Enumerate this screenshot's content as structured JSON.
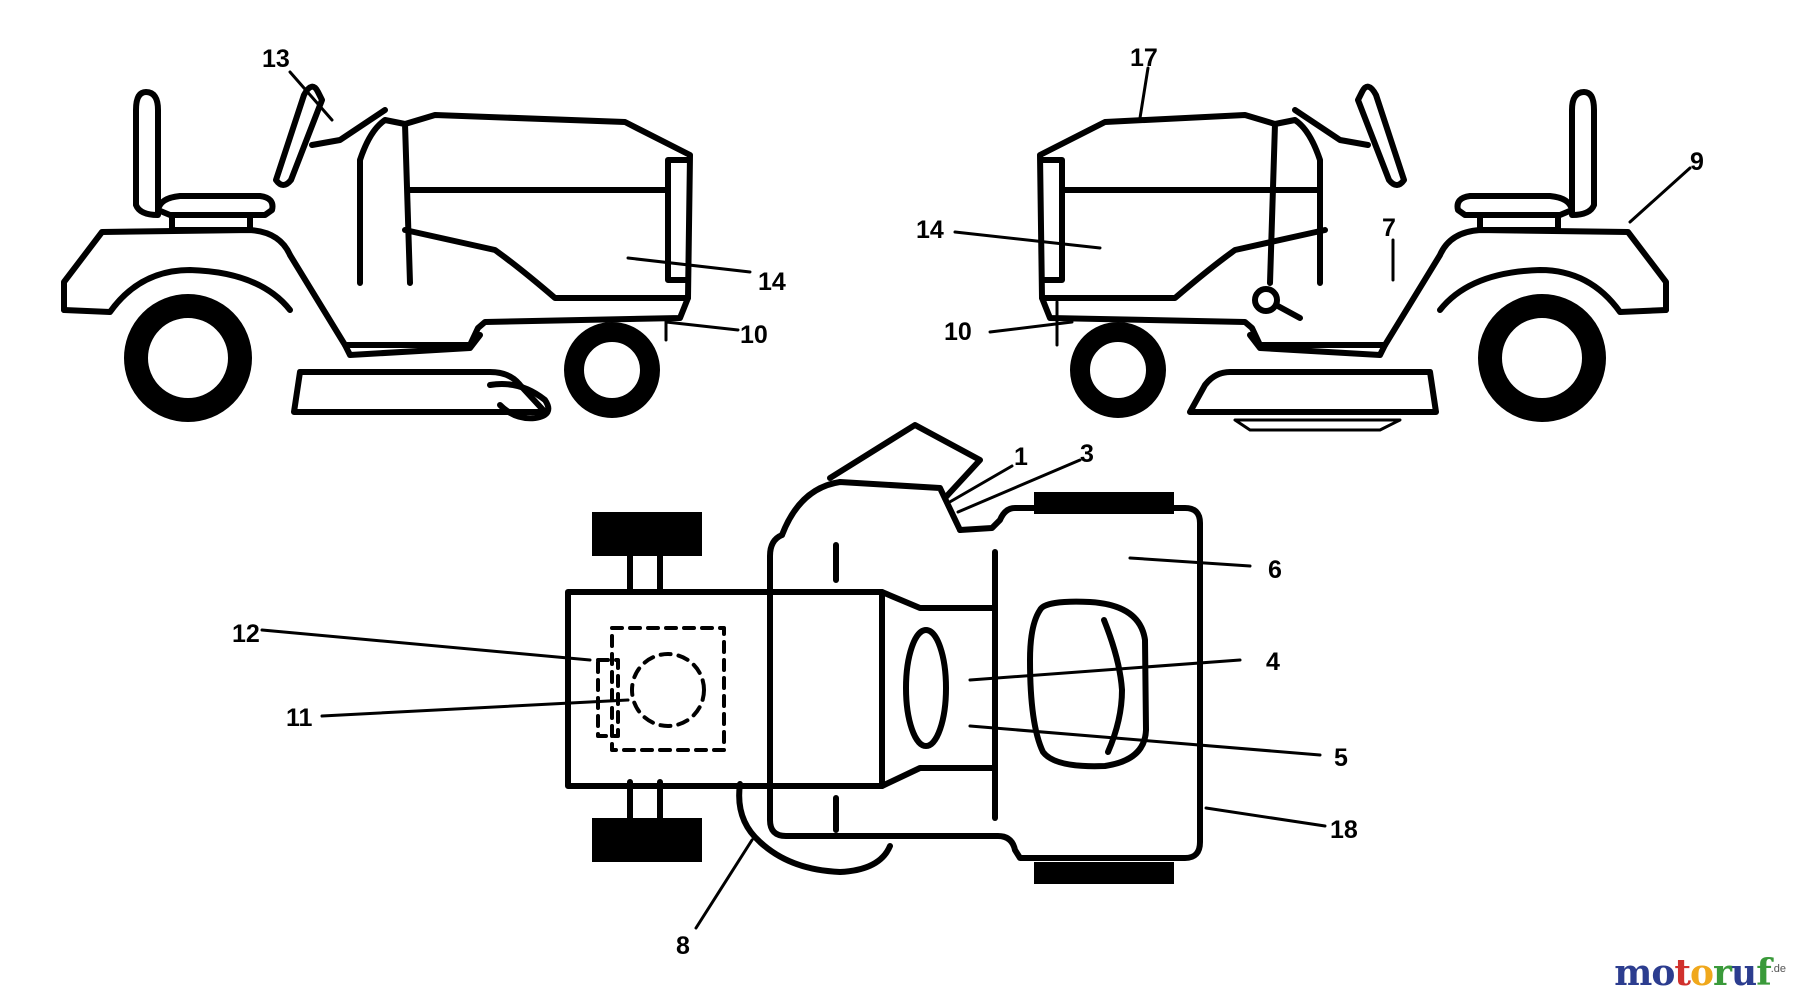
{
  "diagram": {
    "labels": {
      "l1": "1",
      "l3": "3",
      "l4": "4",
      "l5": "5",
      "l6": "6",
      "l7": "7",
      "l8": "8",
      "l9": "9",
      "l10a": "10",
      "l10b": "10",
      "l11": "11",
      "l12": "12",
      "l13": "13",
      "l14a": "14",
      "l14b": "14",
      "l17": "17",
      "l18": "18"
    }
  },
  "watermark": {
    "letters": [
      "m",
      "o",
      "t",
      "o",
      "r",
      "u",
      "f"
    ],
    "colors": [
      "#2c3d8f",
      "#2c3d8f",
      "#d0312d",
      "#f0a81c",
      "#3a9a3a",
      "#2c3d8f",
      "#3a9a3a"
    ],
    "suffix": ".de"
  }
}
